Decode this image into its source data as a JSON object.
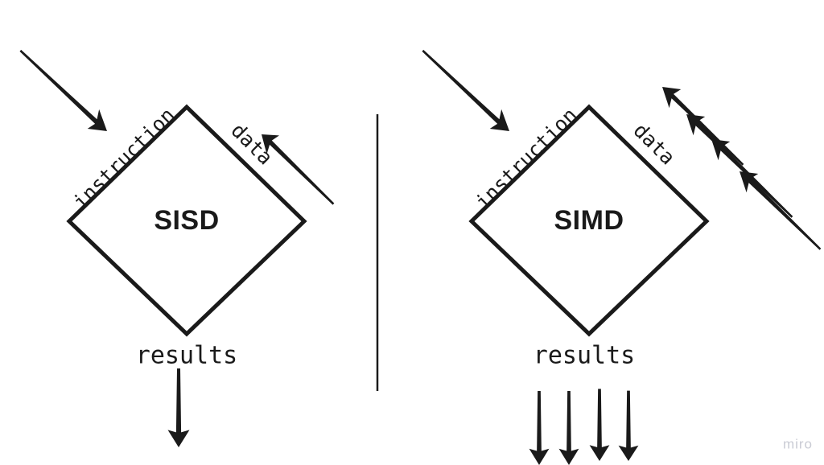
{
  "diagram": {
    "title_sisd": "SISD",
    "title_simd": "SIMD",
    "panels": [
      {
        "id": "sisd",
        "center_label": "SISD",
        "instruction_label": "instruction",
        "data_label": "data",
        "results_label": "results",
        "instruction_arrow_count": 1,
        "data_arrow_count": 1,
        "results_arrow_count": 1
      },
      {
        "id": "simd",
        "center_label": "SIMD",
        "instruction_label": "instruction",
        "data_label": "data",
        "results_label": "results",
        "instruction_arrow_count": 1,
        "data_arrow_count": 4,
        "results_arrow_count": 4
      }
    ],
    "labels": {
      "instruction": "instruction",
      "data": "data",
      "results": "results"
    },
    "watermark": "miro",
    "colors": {
      "ink": "#1a1a1a",
      "background": "#ffffff",
      "watermark": "#c9cbd4"
    }
  }
}
